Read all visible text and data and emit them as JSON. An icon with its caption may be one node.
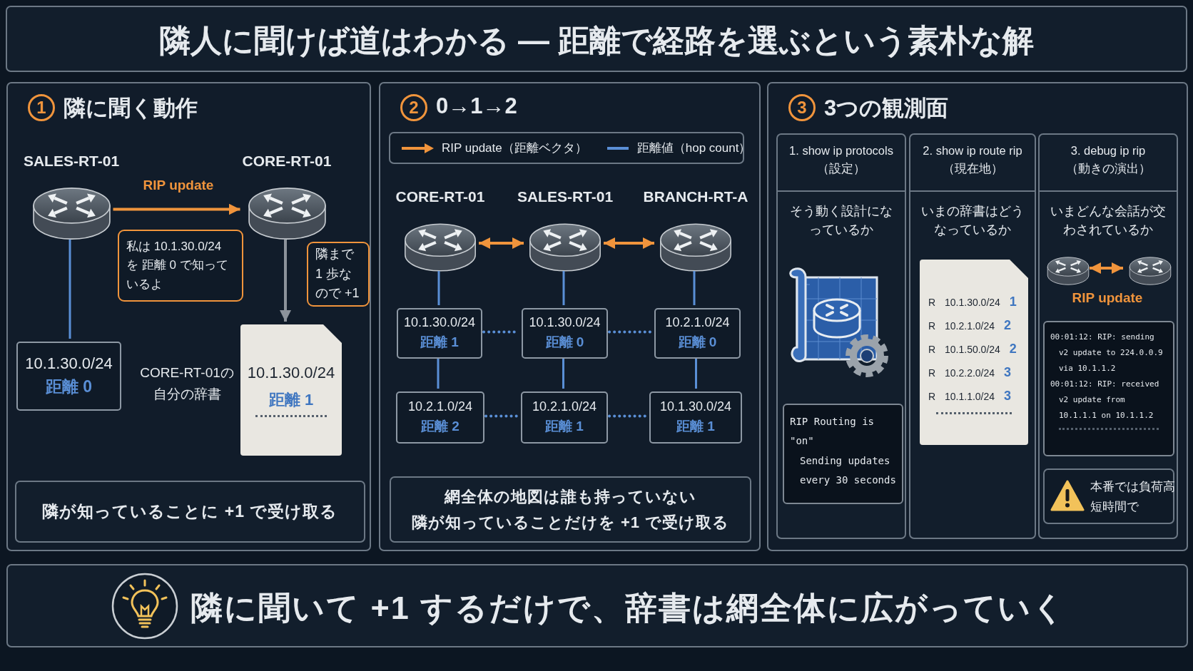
{
  "diagram": {
    "title": "隣人に聞けば道はわかる — 距離で経路を選ぶという素朴な解",
    "nodes": [
      {
        "text": [
          "1",
          "隣に聞く動作"
        ]
      },
      {
        "text": [
          "SALES-RT-01"
        ],
        "in": 0
      },
      {
        "text": [
          "CORE-RT-01"
        ],
        "in": 0
      },
      {
        "text": [
          "10.1.30.0/24",
          "距離 0"
        ],
        "in": 0
      },
      {
        "text": [
          "私は 10.1.30.0/24 を 距離 0 で知っているよ"
        ],
        "in": 0
      },
      {
        "text": [
          "隣まで 1 歩なので +1"
        ],
        "in": 0
      },
      {
        "text": [
          "10.1.30.0/24",
          "距離 1"
        ],
        "in": 0,
        "beside": [
          "CORE-RT-01の自分の辞書"
        ]
      },
      {
        "text": [
          "隣が知っていることに +1 で受け取る"
        ],
        "in": 0
      },
      {
        "text": [
          "2",
          "0→1→2"
        ]
      },
      {
        "text": [
          "CORE-RT-01"
        ],
        "in": 8
      },
      {
        "text": [
          "SALES-RT-01"
        ],
        "in": 8
      },
      {
        "text": [
          "BRANCH-RT-A"
        ],
        "in": 8
      },
      {
        "text": [
          "10.1.30.0/24",
          "距離 1"
        ],
        "in": 8
      },
      {
        "text": [
          "10.1.30.0/24",
          "距離 0"
        ],
        "in": 8
      },
      {
        "text": [
          "10.2.1.0/24",
          "距離 0"
        ],
        "in": 8
      },
      {
        "text": [
          "10.2.1.0/24",
          "距離 2"
        ],
        "in": 8
      },
      {
        "text": [
          "10.2.1.0/24",
          "距離 1"
        ],
        "in": 8
      },
      {
        "text": [
          "10.1.30.0/24",
          "距離 1"
        ],
        "in": 8
      },
      {
        "text": [
          "網全体の地図は誰も持っていない",
          "隣が知っていることだけを +1 で受け取る"
        ],
        "in": 8
      },
      {
        "text": [
          "3",
          "3つの観測面"
        ]
      },
      {
        "text": [
          "1. show ip protocols （設定）",
          "そう動く設計になっているか"
        ],
        "in": 19
      },
      {
        "text": [
          "RIP Routing is \"on\"",
          "Sending updates every 30 seconds"
        ],
        "in": 20
      },
      {
        "text": [
          "2. show ip route rip （現在地）",
          "いまの辞書はどうなっているか"
        ],
        "in": 19
      },
      {
        "text": [
          "R 10.1.30.0/24 1",
          "R 10.2.1.0/24 2",
          "R 10.1.50.0/24 2",
          "R 10.2.2.0/24 3",
          "R 10.1.1.0/24 3"
        ],
        "in": 22
      },
      {
        "text": [
          "3. debug ip rip （動きの演出）",
          "いまどんな会話が交わされているか"
        ],
        "in": 19
      },
      {
        "text": [],
        "shape": "cylinder",
        "in": 24
      },
      {
        "text": [],
        "shape": "cylinder",
        "in": 24
      },
      {
        "text": [
          "00:01:12: RIP: sending v2 update to 224.0.0.9 via 10.1.1.2",
          "00:01:12: RIP: received v2 update from 10.1.1.1 on 10.1.1.2"
        ],
        "in": 24
      },
      {
        "text": [
          "本番では負荷高",
          "短時間で"
        ],
        "in": 24
      },
      {
        "text": [
          "隣に聞いて +1 するだけで、辞書は網全体に広がっていく"
        ]
      }
    ],
    "edges": [
      {
        "from": 1,
        "to": 2,
        "arrow": "to",
        "label": "RIP update",
        "color": "#f0943c"
      },
      {
        "from": 1,
        "to": 3,
        "arrow": "none"
      },
      {
        "from": 2,
        "to": 6,
        "arrow": "to",
        "color": "#8c939b"
      },
      {
        "from": 9,
        "to": 10,
        "arrow": "both",
        "color": "#f0943c"
      },
      {
        "from": 10,
        "to": 11,
        "arrow": "both",
        "color": "#f0943c"
      },
      {
        "from": 9,
        "to": 12,
        "arrow": "none"
      },
      {
        "from": 12,
        "to": 15,
        "arrow": "none"
      },
      {
        "from": 10,
        "to": 13,
        "arrow": "none"
      },
      {
        "from": 13,
        "to": 16,
        "arrow": "none"
      },
      {
        "from": 11,
        "to": 14,
        "arrow": "none"
      },
      {
        "from": 14,
        "to": 17,
        "arrow": "none"
      },
      {
        "from": 12,
        "to": 13,
        "arrow": "none",
        "style": "dashed"
      },
      {
        "from": 13,
        "to": 14,
        "arrow": "none",
        "style": "dashed"
      },
      {
        "from": 15,
        "to": 16,
        "arrow": "none",
        "style": "dashed"
      },
      {
        "from": 16,
        "to": 17,
        "arrow": "none",
        "style": "dashed"
      },
      {
        "from": 25,
        "to": 26,
        "arrow": "both",
        "label": "RIP update",
        "color": "#f0943c"
      }
    ],
    "legend": [
      {
        "text": "RIP update（距離ベクタ）"
      },
      {
        "text": "距離値（hop count）"
      }
    ]
  }
}
